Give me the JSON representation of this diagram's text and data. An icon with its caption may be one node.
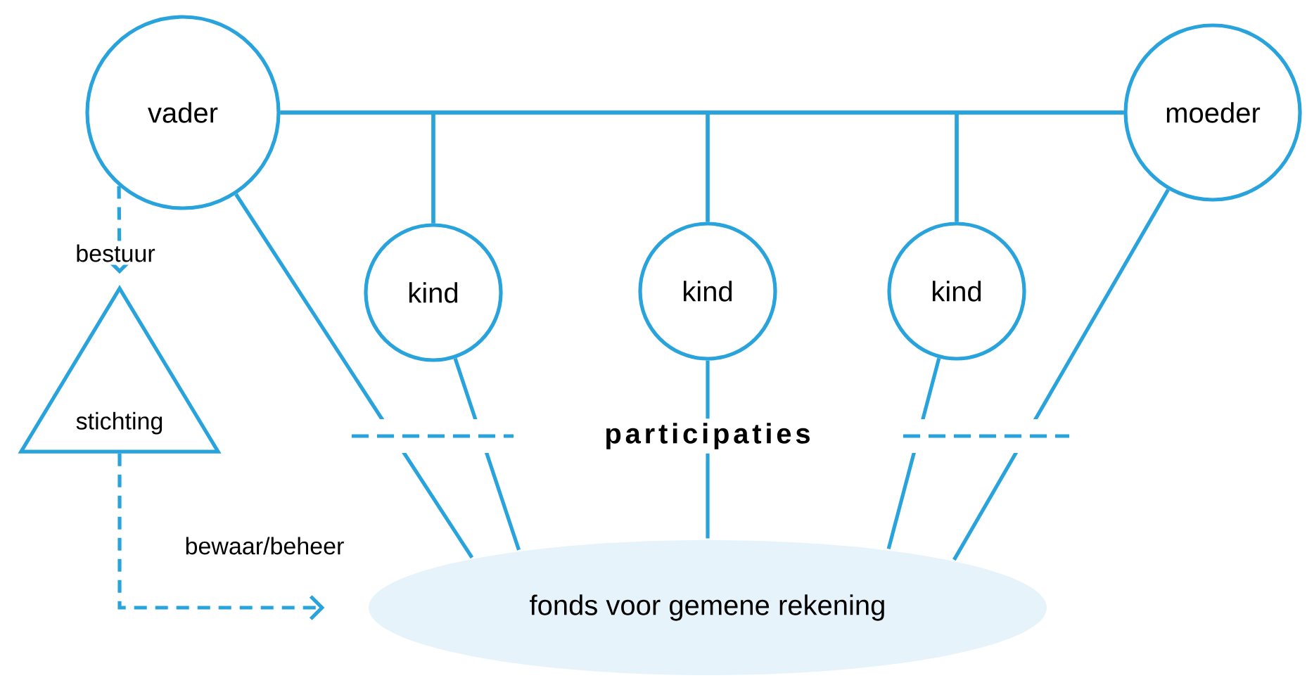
{
  "diagram": {
    "nodes": [
      {
        "text": [
          "vader"
        ]
      },
      {
        "text": [
          "moeder"
        ]
      },
      {
        "text": [
          "kind"
        ]
      },
      {
        "text": [
          "kind"
        ]
      },
      {
        "text": [
          "kind"
        ]
      },
      {
        "text": [
          "stichting"
        ]
      },
      {
        "text": [
          "fonds voor gemene rekening"
        ]
      }
    ],
    "edges": [
      {
        "from": 0,
        "to": 1,
        "arrow": "none"
      },
      {
        "from": 0,
        "to": 2,
        "arrow": "none"
      },
      {
        "from": 0,
        "to": 3,
        "arrow": "none"
      },
      {
        "from": 0,
        "to": 4,
        "arrow": "none"
      },
      {
        "from": 1,
        "to": 2,
        "arrow": "none"
      },
      {
        "from": 1,
        "to": 3,
        "arrow": "none"
      },
      {
        "from": 1,
        "to": 4,
        "arrow": "none"
      },
      {
        "from": 0,
        "to": 6,
        "arrow": "none"
      },
      {
        "from": 2,
        "to": 6,
        "arrow": "none"
      },
      {
        "from": 3,
        "to": 6,
        "arrow": "none"
      },
      {
        "from": 4,
        "to": 6,
        "arrow": "none"
      },
      {
        "from": 1,
        "to": 6,
        "arrow": "none"
      },
      {
        "from": 0,
        "to": 5,
        "arrow": "to",
        "label": "bestuur",
        "style": "dashed"
      },
      {
        "from": 5,
        "to": 6,
        "arrow": "to",
        "label": "bewaar/beheer",
        "style": "dashed"
      }
    ],
    "labels": [
      "participaties"
    ]
  }
}
